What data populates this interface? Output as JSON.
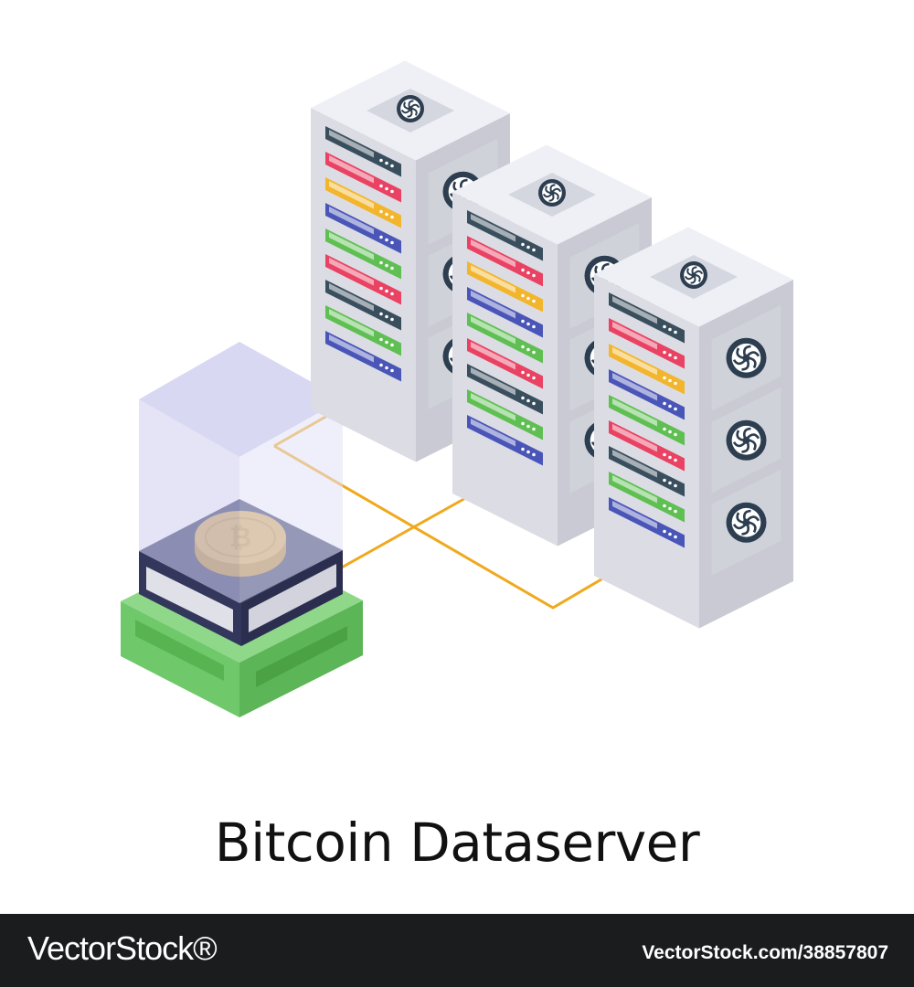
{
  "caption": "Bitcoin Dataserver",
  "footer": {
    "brand": "VectorStock®",
    "image_id": "VectorStock.com/38857807"
  },
  "icons": [
    "server-rack-icon",
    "fan-icon",
    "bitcoin-coin-icon",
    "mining-device-icon",
    "network-line"
  ],
  "colors": {
    "server_body": "#dcdde4",
    "server_side": "#c9cad3",
    "server_top": "#eef0f5",
    "fan": "#2c3e50",
    "slot_dark": "#3a4f5e",
    "slot_red": "#e94262",
    "slot_yellow": "#f2b52b",
    "slot_blue": "#4a55b8",
    "slot_green": "#5fbf52",
    "cable": "#f0a91e",
    "glass": "#d4d4f2",
    "miner_dark": "#3b3f6b",
    "base_green": "#6fc96b",
    "coin": "#d7aa5b",
    "footer_bg": "#1b1c1e"
  }
}
